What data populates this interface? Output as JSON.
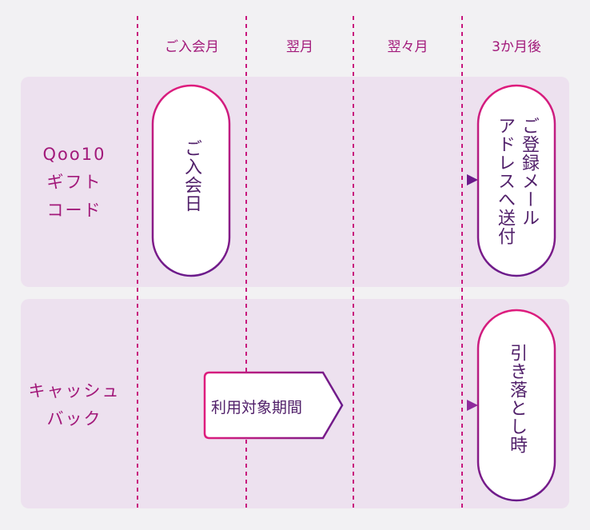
{
  "columns": [
    "ご入会月",
    "翌月",
    "翌々月",
    "3か月後"
  ],
  "rows": [
    {
      "label_lines": [
        "Qoo10",
        "ギフト",
        "コード"
      ]
    },
    {
      "label_lines": [
        "キャッシュ",
        "バック"
      ]
    }
  ],
  "nodes": {
    "join_day": "ご入会日",
    "send_lines": [
      "ご登録メール",
      "アドレスへ送付"
    ],
    "period": "利用対象期間",
    "withdrawal": "引き落とし時"
  },
  "colors": {
    "accent": "#a2197a",
    "node_text": "#51206a",
    "lane": "#ede1ef",
    "background": "#f2f1f3",
    "gradient_start": "#de1c7d",
    "gradient_end": "#6b1b8b"
  }
}
